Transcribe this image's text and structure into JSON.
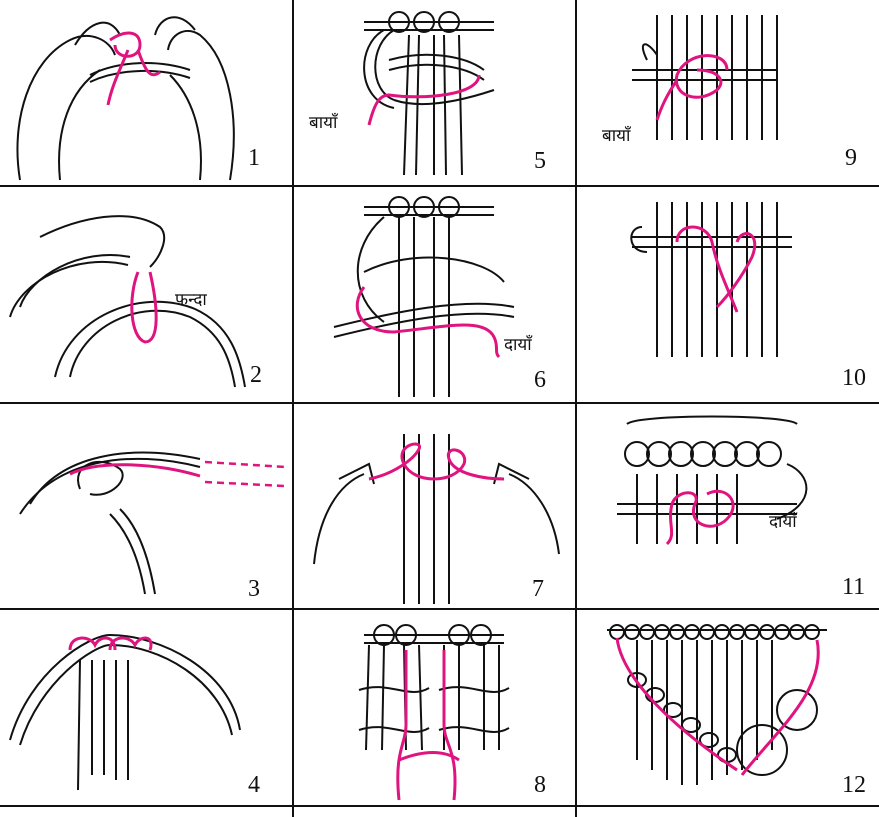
{
  "colors": {
    "ink": "#111111",
    "cord": "#e0147f",
    "paper": "#ffffff"
  },
  "panels": [
    {
      "number": "1",
      "label": ""
    },
    {
      "number": "5",
      "label": "बायाँ"
    },
    {
      "number": "9",
      "label": "बायाँ"
    },
    {
      "number": "2",
      "label": "फन्दा"
    },
    {
      "number": "6",
      "label": "दायाँ"
    },
    {
      "number": "10",
      "label": ""
    },
    {
      "number": "3",
      "label": ""
    },
    {
      "number": "7",
      "label": ""
    },
    {
      "number": "11",
      "label": "दायाँ"
    },
    {
      "number": "4",
      "label": ""
    },
    {
      "number": "8",
      "label": ""
    },
    {
      "number": "12",
      "label": ""
    }
  ]
}
